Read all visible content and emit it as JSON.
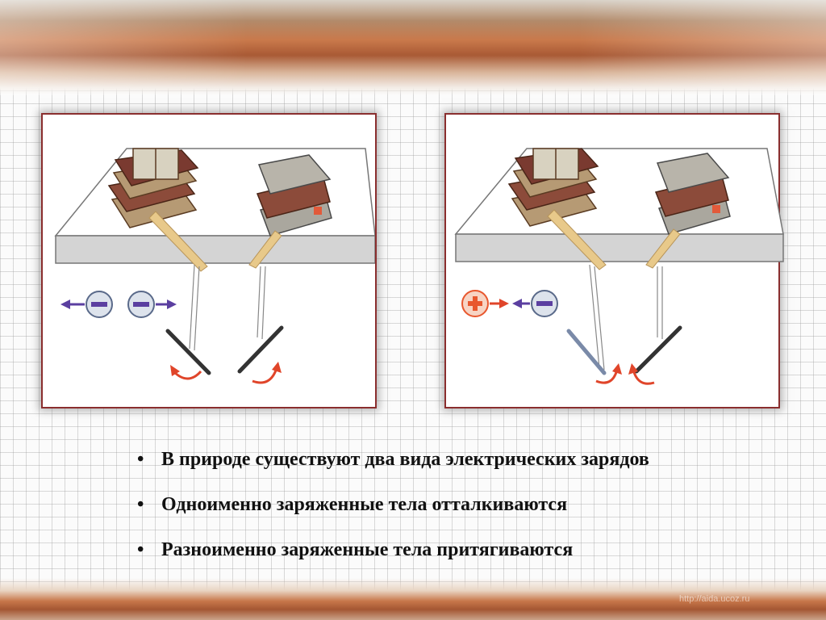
{
  "bullets": [
    "В природе существуют два вида электрических зарядов",
    "Одноименно заряженные тела отталкиваются",
    "Разноименно заряженные тела притягиваются"
  ],
  "footer_url": "http://aida.ucoz.ru",
  "panels": {
    "repulsion": {
      "left_charge": "negative",
      "right_charge": "negative",
      "interaction": "repel"
    },
    "attraction": {
      "left_charge": "positive",
      "right_charge": "negative",
      "interaction": "attract"
    }
  },
  "colors": {
    "arrow_purple": "#5b3fa0",
    "arrow_red": "#e0452a",
    "positive_charge": "#e8572e",
    "negative_charge": "#5a6a8a",
    "panel_border": "#8a2e2e",
    "band_brown": "#a95a35"
  },
  "icons": [
    "book-stack-icon",
    "minus-charge-icon",
    "plus-charge-icon",
    "rotation-arrow-icon"
  ]
}
